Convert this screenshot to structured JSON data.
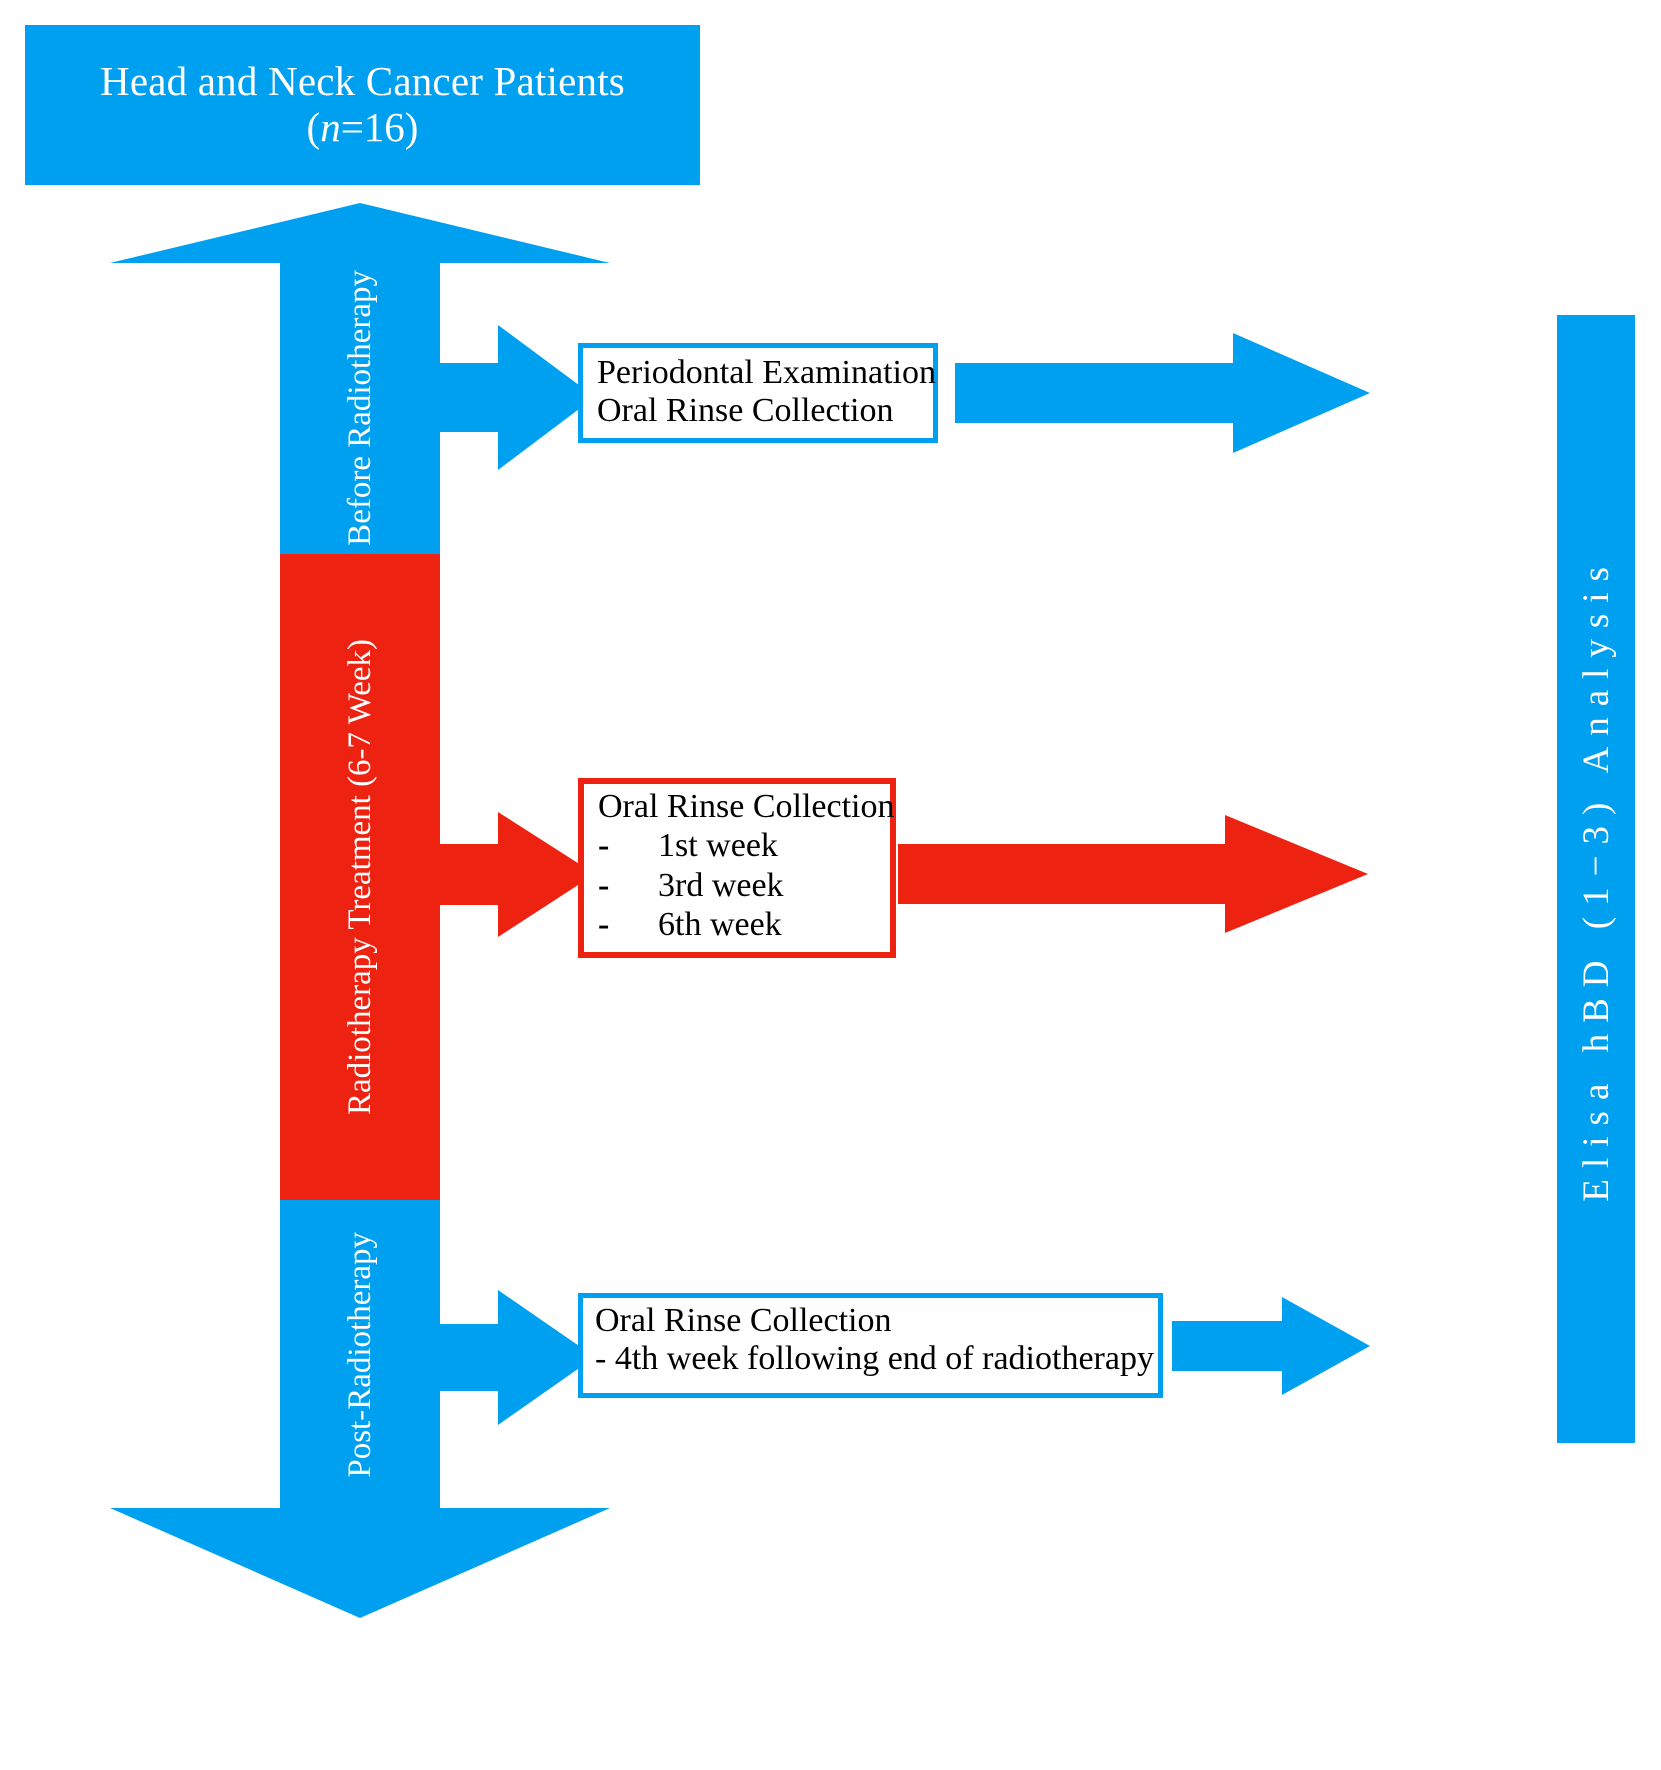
{
  "colors": {
    "blue": "#00A0F0",
    "red": "#EE2211",
    "text": "#000000",
    "on_color_text": "#FFFFFF"
  },
  "top_box": {
    "line1": "Head and Neck Cancer Patients",
    "n_italic": "n",
    "n_rest": "=16)",
    "n_open": "("
  },
  "timeline": {
    "before_label": "Before Radiotherapy",
    "during_label": "Radiotherapy Treatment (6-7 Week)",
    "post_label": "Post-Radiotherapy"
  },
  "stage_before": {
    "box_line1": "Periodontal Examination",
    "box_line2": "Oral Rinse Collection"
  },
  "stage_during": {
    "box_title": "Oral Rinse Collection",
    "bullets": [
      {
        "dash": "-",
        "text": "1st week"
      },
      {
        "dash": "-",
        "text": "3rd week"
      },
      {
        "dash": "-",
        "text": "6th week"
      }
    ]
  },
  "stage_post": {
    "box_line1": "Oral Rinse Collection",
    "box_line2": "- 4th week following end of radiotherapy"
  },
  "analysis": {
    "label": "Elisa hBD (1−3) Analysis"
  }
}
